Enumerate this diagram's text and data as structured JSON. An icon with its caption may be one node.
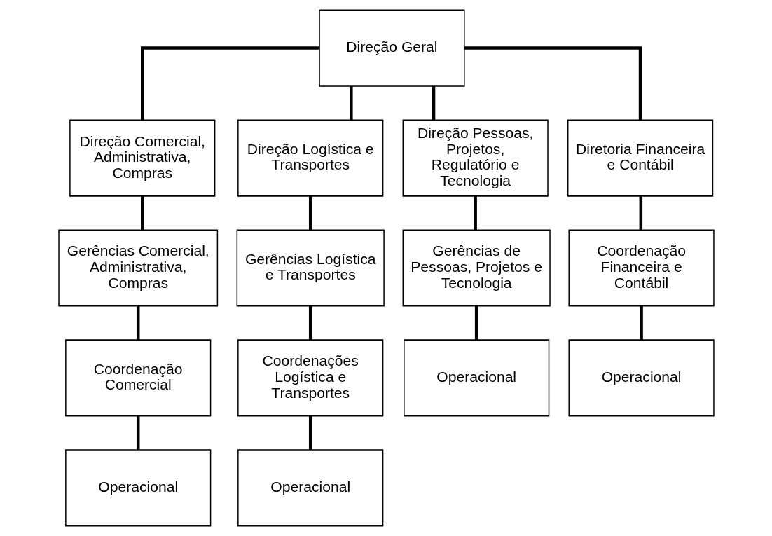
{
  "diagram": {
    "nodes": [
      {
        "text": [
          "Direção Geral"
        ]
      },
      {
        "text": [
          "Direção Comercial, Administrativa, Compras"
        ]
      },
      {
        "text": [
          "Direção Logística e Transportes"
        ]
      },
      {
        "text": [
          "Direção Pessoas, Projetos, Regulatório e Tecnologia"
        ]
      },
      {
        "text": [
          "Diretoria Financeira e Contábil"
        ]
      },
      {
        "text": [
          "Gerências Comercial, Administrativa, Compras"
        ]
      },
      {
        "text": [
          "Gerências Logística e Transportes"
        ]
      },
      {
        "text": [
          "Gerências de Pessoas, Projetos e Tecnologia"
        ]
      },
      {
        "text": [
          "Coordenação Financeira e Contábil"
        ]
      },
      {
        "text": [
          "Operacional"
        ]
      },
      {
        "text": [
          "Operacional"
        ]
      },
      {
        "text": [
          "Coordenação Comercial"
        ]
      },
      {
        "text": [
          "Coordenações Logística e Transportes"
        ]
      },
      {
        "text": [
          "Operacional"
        ]
      },
      {
        "text": [
          "Operacional"
        ]
      }
    ],
    "edges": [
      {
        "from": 0,
        "to": 1,
        "arrow": "none"
      },
      {
        "from": 0,
        "to": 2,
        "arrow": "none"
      },
      {
        "from": 0,
        "to": 3,
        "arrow": "none"
      },
      {
        "from": 0,
        "to": 4,
        "arrow": "none"
      },
      {
        "from": 1,
        "to": 5,
        "arrow": "none"
      },
      {
        "from": 2,
        "to": 6,
        "arrow": "none"
      },
      {
        "from": 3,
        "to": 7,
        "arrow": "none"
      },
      {
        "from": 4,
        "to": 8,
        "arrow": "none"
      },
      {
        "from": 7,
        "to": 9,
        "arrow": "none"
      },
      {
        "from": 8,
        "to": 10,
        "arrow": "none"
      },
      {
        "from": 5,
        "to": 11,
        "arrow": "none"
      },
      {
        "from": 6,
        "to": 12,
        "arrow": "none"
      },
      {
        "from": 11,
        "to": 13,
        "arrow": "none"
      },
      {
        "from": 12,
        "to": 14,
        "arrow": "none"
      }
    ]
  }
}
